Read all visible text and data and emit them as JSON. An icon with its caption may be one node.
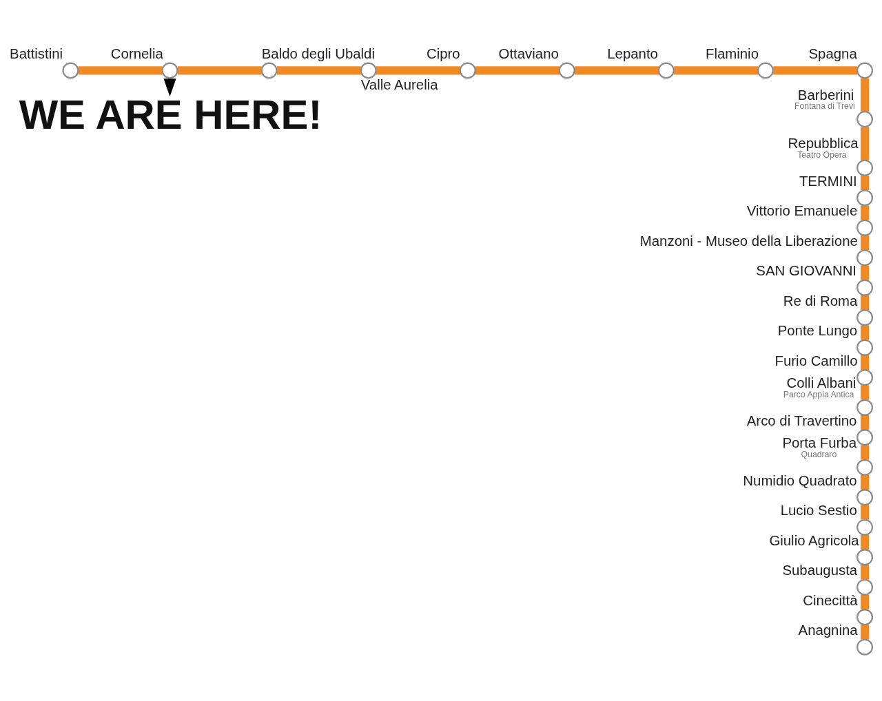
{
  "diagram": {
    "nodes": [
      {
        "text": [
          "Battistini"
        ]
      },
      {
        "text": [
          "Cornelia"
        ]
      },
      {
        "text": [
          "Baldo degli Ubaldi"
        ]
      },
      {
        "text": [
          "Valle Aurelia"
        ]
      },
      {
        "text": [
          "Cipro"
        ]
      },
      {
        "text": [
          "Ottaviano"
        ]
      },
      {
        "text": [
          "Lepanto"
        ]
      },
      {
        "text": [
          "Flaminio"
        ]
      },
      {
        "text": [
          "Spagna"
        ]
      },
      {
        "text": [
          "Barberini"
        ],
        "beside": [
          "Fontana di Trevi"
        ]
      },
      {
        "text": [
          "Repubblica"
        ],
        "beside": [
          "Teatro Opera"
        ]
      },
      {
        "text": [
          "TERMINI"
        ]
      },
      {
        "text": [
          "Vittorio Emanuele"
        ]
      },
      {
        "text": [
          "Manzoni - Museo della Liberazione"
        ]
      },
      {
        "text": [
          "SAN GIOVANNI"
        ]
      },
      {
        "text": [
          "Re di Roma"
        ]
      },
      {
        "text": [
          "Ponte Lungo"
        ]
      },
      {
        "text": [
          "Furio Camillo"
        ]
      },
      {
        "text": [
          "Colli Albani"
        ],
        "beside": [
          "Parco Appia Antica"
        ]
      },
      {
        "text": [
          "Arco di Travertino"
        ]
      },
      {
        "text": [
          "Porta Furba"
        ],
        "beside": [
          "Quadraro"
        ]
      },
      {
        "text": [
          "Numidio Quadrato"
        ]
      },
      {
        "text": [
          "Lucio Sestio"
        ]
      },
      {
        "text": [
          "Giulio Agricola"
        ]
      },
      {
        "text": [
          "Subaugusta"
        ]
      },
      {
        "text": [
          "Cinecittà"
        ]
      },
      {
        "text": [
          "Anagnina"
        ]
      },
      {
        "text": [
          "WE ARE HERE!"
        ]
      }
    ],
    "edges": [
      {
        "from": 0,
        "to": 1,
        "arrow": "none"
      },
      {
        "from": 1,
        "to": 2,
        "arrow": "none"
      },
      {
        "from": 2,
        "to": 3,
        "arrow": "none"
      },
      {
        "from": 3,
        "to": 4,
        "arrow": "none"
      },
      {
        "from": 4,
        "to": 5,
        "arrow": "none"
      },
      {
        "from": 5,
        "to": 6,
        "arrow": "none"
      },
      {
        "from": 6,
        "to": 7,
        "arrow": "none"
      },
      {
        "from": 7,
        "to": 8,
        "arrow": "none"
      },
      {
        "from": 8,
        "to": 9,
        "arrow": "none"
      },
      {
        "from": 9,
        "to": 10,
        "arrow": "none"
      },
      {
        "from": 10,
        "to": 11,
        "arrow": "none"
      },
      {
        "from": 11,
        "to": 12,
        "arrow": "none"
      },
      {
        "from": 12,
        "to": 13,
        "arrow": "none"
      },
      {
        "from": 13,
        "to": 14,
        "arrow": "none"
      },
      {
        "from": 14,
        "to": 15,
        "arrow": "none"
      },
      {
        "from": 15,
        "to": 16,
        "arrow": "none"
      },
      {
        "from": 16,
        "to": 17,
        "arrow": "none"
      },
      {
        "from": 17,
        "to": 18,
        "arrow": "none"
      },
      {
        "from": 18,
        "to": 19,
        "arrow": "none"
      },
      {
        "from": 19,
        "to": 20,
        "arrow": "none"
      },
      {
        "from": 20,
        "to": 21,
        "arrow": "none"
      },
      {
        "from": 21,
        "to": 22,
        "arrow": "none"
      },
      {
        "from": 22,
        "to": 23,
        "arrow": "none"
      },
      {
        "from": 23,
        "to": 24,
        "arrow": "none"
      },
      {
        "from": 24,
        "to": 25,
        "arrow": "none"
      },
      {
        "from": 25,
        "to": 26,
        "arrow": "none"
      },
      {
        "from": 1,
        "to": 27,
        "arrow": "to",
        "color": "#000000"
      }
    ]
  }
}
